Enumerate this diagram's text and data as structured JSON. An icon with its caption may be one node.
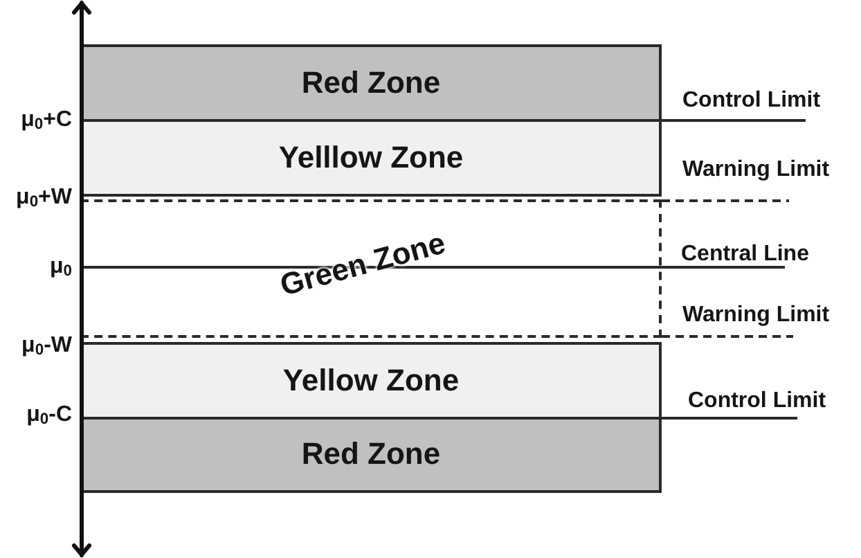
{
  "diagram": {
    "nodes": [
      {
        "text": [
          "Red Zone"
        ]
      },
      {
        "text": [
          "Yelllow Zone"
        ],
        "beside": [
          "Control Limit"
        ]
      },
      {
        "text": [
          "Green Zone"
        ],
        "beside": [
          "Warning Limit",
          "Central Line",
          "Warning Limit"
        ]
      },
      {
        "text": [
          "Yellow Zone"
        ]
      },
      {
        "text": [
          "Red Zone"
        ],
        "beside": [
          "Control Limit"
        ]
      }
    ],
    "labels": [
      "μ$_{0}$+C",
      "μ$_{0}$+W",
      "μ$_{0}$",
      "μ$_{0}$-W",
      "μ$_{0}$-C"
    ]
  }
}
